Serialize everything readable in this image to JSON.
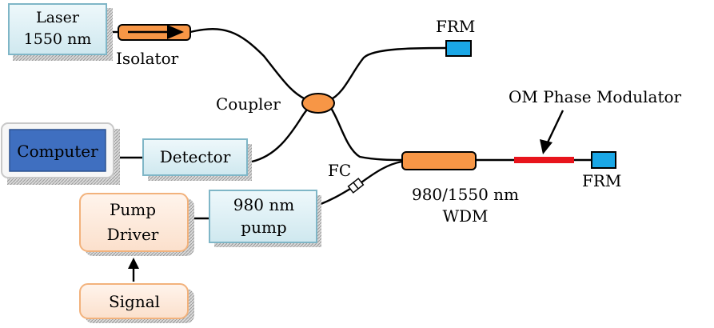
{
  "diagram": {
    "components": {
      "laser": {
        "line1": "Laser",
        "line2": "1550 nm"
      },
      "isolator": "Isolator",
      "coupler": "Coupler",
      "computer": "Computer",
      "detector": "Detector",
      "pump_driver": {
        "line1": "Pump",
        "line2": "Driver"
      },
      "signal": "Signal",
      "pump": {
        "line1": "980 nm",
        "line2": "pump"
      },
      "fc": "FC",
      "wdm": {
        "line1": "980/1550 nm",
        "line2": "WDM"
      },
      "frm_top": "FRM",
      "frm_bottom": "FRM",
      "om_phase_modulator": "OM Phase Modulator"
    },
    "colors": {
      "light_box_fill": "#dbeef3",
      "light_box_border": "#7fb6c7",
      "computer_fill": "#3f6fc0",
      "peach_fill": "#fde8d8",
      "peach_border": "#f2b27c",
      "orange_component": "#f79646",
      "frm_fill": "#1aa7e6",
      "modulator_red": "#e8141c",
      "fiber": "#000000"
    }
  }
}
